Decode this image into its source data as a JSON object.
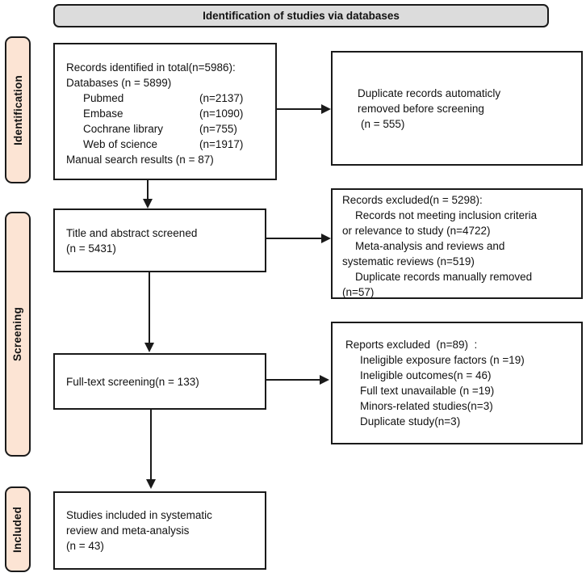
{
  "colors": {
    "peach": "#fce4d4",
    "header-gray": "#dcdcdc",
    "line": "#1a1a1a"
  },
  "header": {
    "title": "Identification of studies via databases"
  },
  "stages": {
    "identification": "Identification",
    "screening": "Screening",
    "included": "Included"
  },
  "flow": {
    "records_identified": {
      "title": "Records identified in total(n=5986):",
      "subtitle": "Databases (n = 5899)",
      "databases": [
        {
          "name": "Pubmed",
          "count": "(n=2137)"
        },
        {
          "name": "Embase",
          "count": "(n=1090)"
        },
        {
          "name": "Cochrane library",
          "count": "(n=755)"
        },
        {
          "name": "Web of science",
          "count": "(n=1917)"
        }
      ],
      "footer": "Manual search results (n = 87)"
    },
    "duplicates_removed": {
      "lines": [
        "Duplicate records automaticly",
        "removed before screening",
        "(n = 555)"
      ]
    },
    "title_abstract": {
      "lines": [
        "Title and abstract screened",
        "(n = 5431)"
      ]
    },
    "records_excluded": {
      "lines": [
        "Records excluded(n = 5298):",
        "Records not meeting inclusion criteria",
        "or relevance to study (n=4722)",
        "Meta-analysis and reviews and",
        "systematic reviews (n=519)",
        "Duplicate records manually removed",
        "(n=57)"
      ]
    },
    "full_text": {
      "lines": [
        "Full-text screening(n = 133)"
      ]
    },
    "reports_excluded": {
      "lines": [
        "Reports excluded  (n=89)  :",
        "Ineligible exposure factors (n =19)",
        "Ineligible outcomes(n = 46)",
        "Full text unavailable (n =19)",
        "Minors-related studies(n=3)",
        "Duplicate study(n=3)"
      ]
    },
    "included_studies": {
      "lines": [
        "Studies included in systematic",
        "review and meta-analysis",
        "(n = 43)"
      ]
    }
  }
}
